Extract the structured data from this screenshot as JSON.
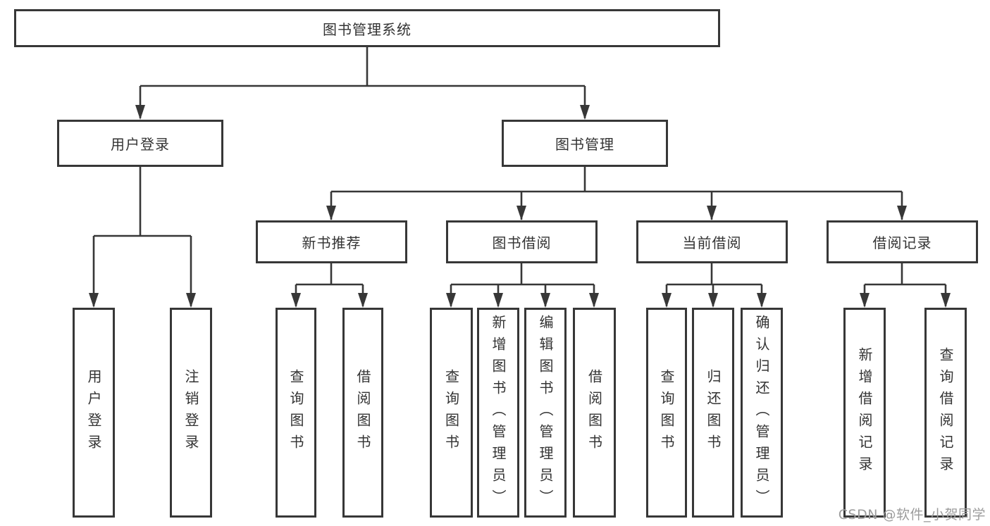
{
  "tree": {
    "label": "图书管理系统",
    "children": [
      {
        "label": "用户登录",
        "children": [
          {
            "label": "用户登录"
          },
          {
            "label": "注销登录"
          }
        ]
      },
      {
        "label": "图书管理",
        "children": [
          {
            "label": "新书推荐",
            "children": [
              {
                "label": "查询图书"
              },
              {
                "label": "借阅图书"
              }
            ]
          },
          {
            "label": "图书借阅",
            "children": [
              {
                "label": "查询图书"
              },
              {
                "label": "新增图书（管理员）"
              },
              {
                "label": "编辑图书（管理员）"
              },
              {
                "label": "借阅图书"
              }
            ]
          },
          {
            "label": "当前借阅",
            "children": [
              {
                "label": "查询图书"
              },
              {
                "label": "归还图书"
              },
              {
                "label": "确认归还（管理员）"
              }
            ]
          },
          {
            "label": "借阅记录",
            "children": [
              {
                "label": "新增借阅记录"
              },
              {
                "label": "查询借阅记录"
              }
            ]
          }
        ]
      }
    ]
  },
  "watermark": "CSDN @软件_小贺同学",
  "colors": {
    "line": "#373737",
    "text": "#333333",
    "background": "#ffffff",
    "watermark": "#9c9c9c"
  }
}
